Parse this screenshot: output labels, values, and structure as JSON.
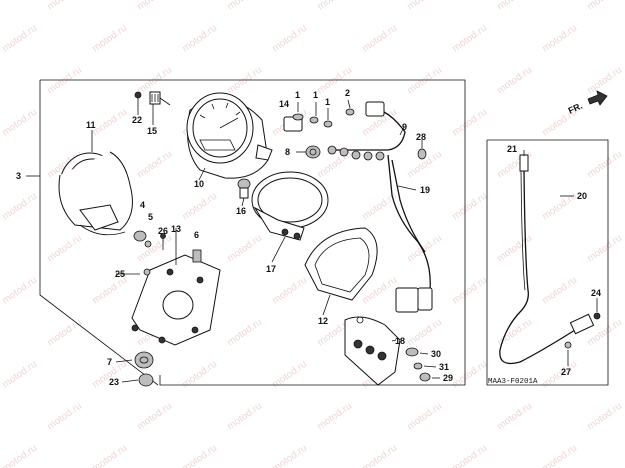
{
  "diagram": {
    "code": "MAA3-F0201A",
    "direction_label": "FR.",
    "watermark": "motod.ru",
    "parts": {
      "p1a": "1",
      "p1b": "1",
      "p1c": "1",
      "p2": "2",
      "p3": "3",
      "p4": "4",
      "p5": "5",
      "p6": "6",
      "p7": "7",
      "p8": "8",
      "p9": "9",
      "p10": "10",
      "p11": "11",
      "p12": "12",
      "p13": "13",
      "p14": "14",
      "p15": "15",
      "p16": "16",
      "p17": "17",
      "p18": "18",
      "p19": "19",
      "p20": "20",
      "p21": "21",
      "p22": "22",
      "p23": "23",
      "p24": "24",
      "p25": "25",
      "p26": "26",
      "p27": "27",
      "p28": "28",
      "p29": "29",
      "p30": "30",
      "p31": "31"
    }
  }
}
